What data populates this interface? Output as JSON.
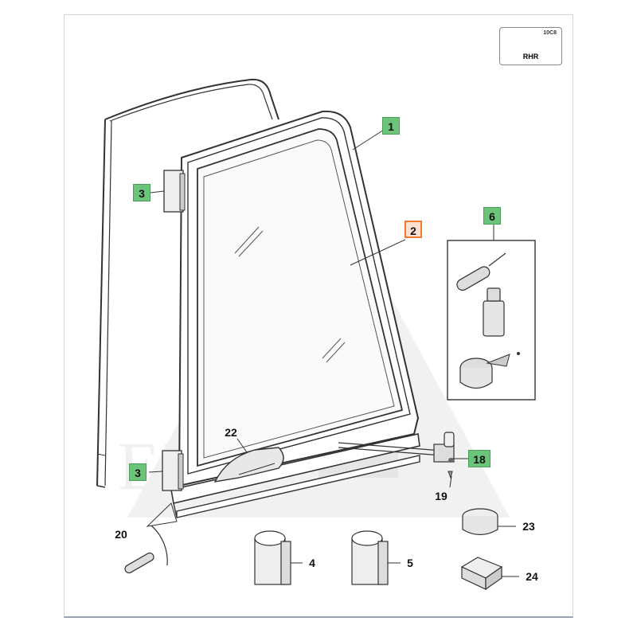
{
  "watermark": "EKTAGRA",
  "orientation_badge": {
    "label": "RHR",
    "tag": "10C8",
    "icon": "arrow-right-icon"
  },
  "callouts": [
    {
      "id": "1",
      "label": "1",
      "style": "green"
    },
    {
      "id": "2",
      "label": "2",
      "style": "orange"
    },
    {
      "id": "3a",
      "label": "3",
      "style": "green"
    },
    {
      "id": "3b",
      "label": "3",
      "style": "green"
    },
    {
      "id": "4",
      "label": "4",
      "style": "plain"
    },
    {
      "id": "5",
      "label": "5",
      "style": "plain"
    },
    {
      "id": "6",
      "label": "6",
      "style": "green"
    },
    {
      "id": "18",
      "label": "18",
      "style": "green"
    },
    {
      "id": "19",
      "label": "19",
      "style": "plain"
    },
    {
      "id": "20",
      "label": "20",
      "style": "plain"
    },
    {
      "id": "22",
      "label": "22",
      "style": "plain"
    },
    {
      "id": "23",
      "label": "23",
      "style": "plain"
    },
    {
      "id": "24",
      "label": "24",
      "style": "plain"
    }
  ]
}
